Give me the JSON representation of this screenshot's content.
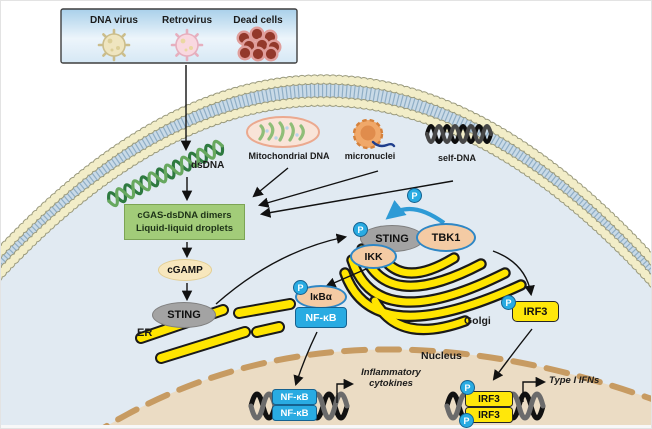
{
  "legend": {
    "items": [
      {
        "label": "DNA virus",
        "icon": "dna-virus-icon"
      },
      {
        "label": "Retrovirus",
        "icon": "retrovirus-icon"
      },
      {
        "label": "Dead cells",
        "icon": "dead-cells-icon"
      }
    ]
  },
  "labels": {
    "dsdna": "dsDNA",
    "mito": "Mitochondrial DNA",
    "micronuclei": "micronuclei",
    "self_dna": "self-DNA",
    "er": "ER",
    "golgi": "Golgi",
    "nucleus": "Nucleus"
  },
  "nodes": {
    "cgas_line1": "cGAS-dsDNA dimers",
    "cgas_line2": "Liquid-liquid droplets",
    "cgamp": "cGAMP",
    "sting": "STING",
    "tbk1": "TBK1",
    "ikk": "IKK",
    "ikba": "IκBα",
    "nfkb": "NF-κB",
    "irf3": "IRF3",
    "p": "P"
  },
  "outputs": {
    "inflammatory_line1": "Inflammatory",
    "inflammatory_line2": "cytokines",
    "type_i_ifns": "Type I IFNs"
  },
  "colors": {
    "cell_interior": "#e1eaf2",
    "nucleus_fill": "#ebdcc4",
    "nucleus_border": "#c79b62",
    "membrane_bead": "#f2edc8",
    "er_golgi_yellow": "#ffe500",
    "cgas_box_green": "#a2cc79",
    "phospho_blue": "#29abe2",
    "nfkb_blue": "#29abe2",
    "irf3_yellow": "#ffe70a",
    "kinase_tan": "#f4cba4",
    "sting_gray": "#a3a3a3",
    "dsdna_green": "#2e7a40",
    "micronuclei_orange": "#f0a869"
  }
}
